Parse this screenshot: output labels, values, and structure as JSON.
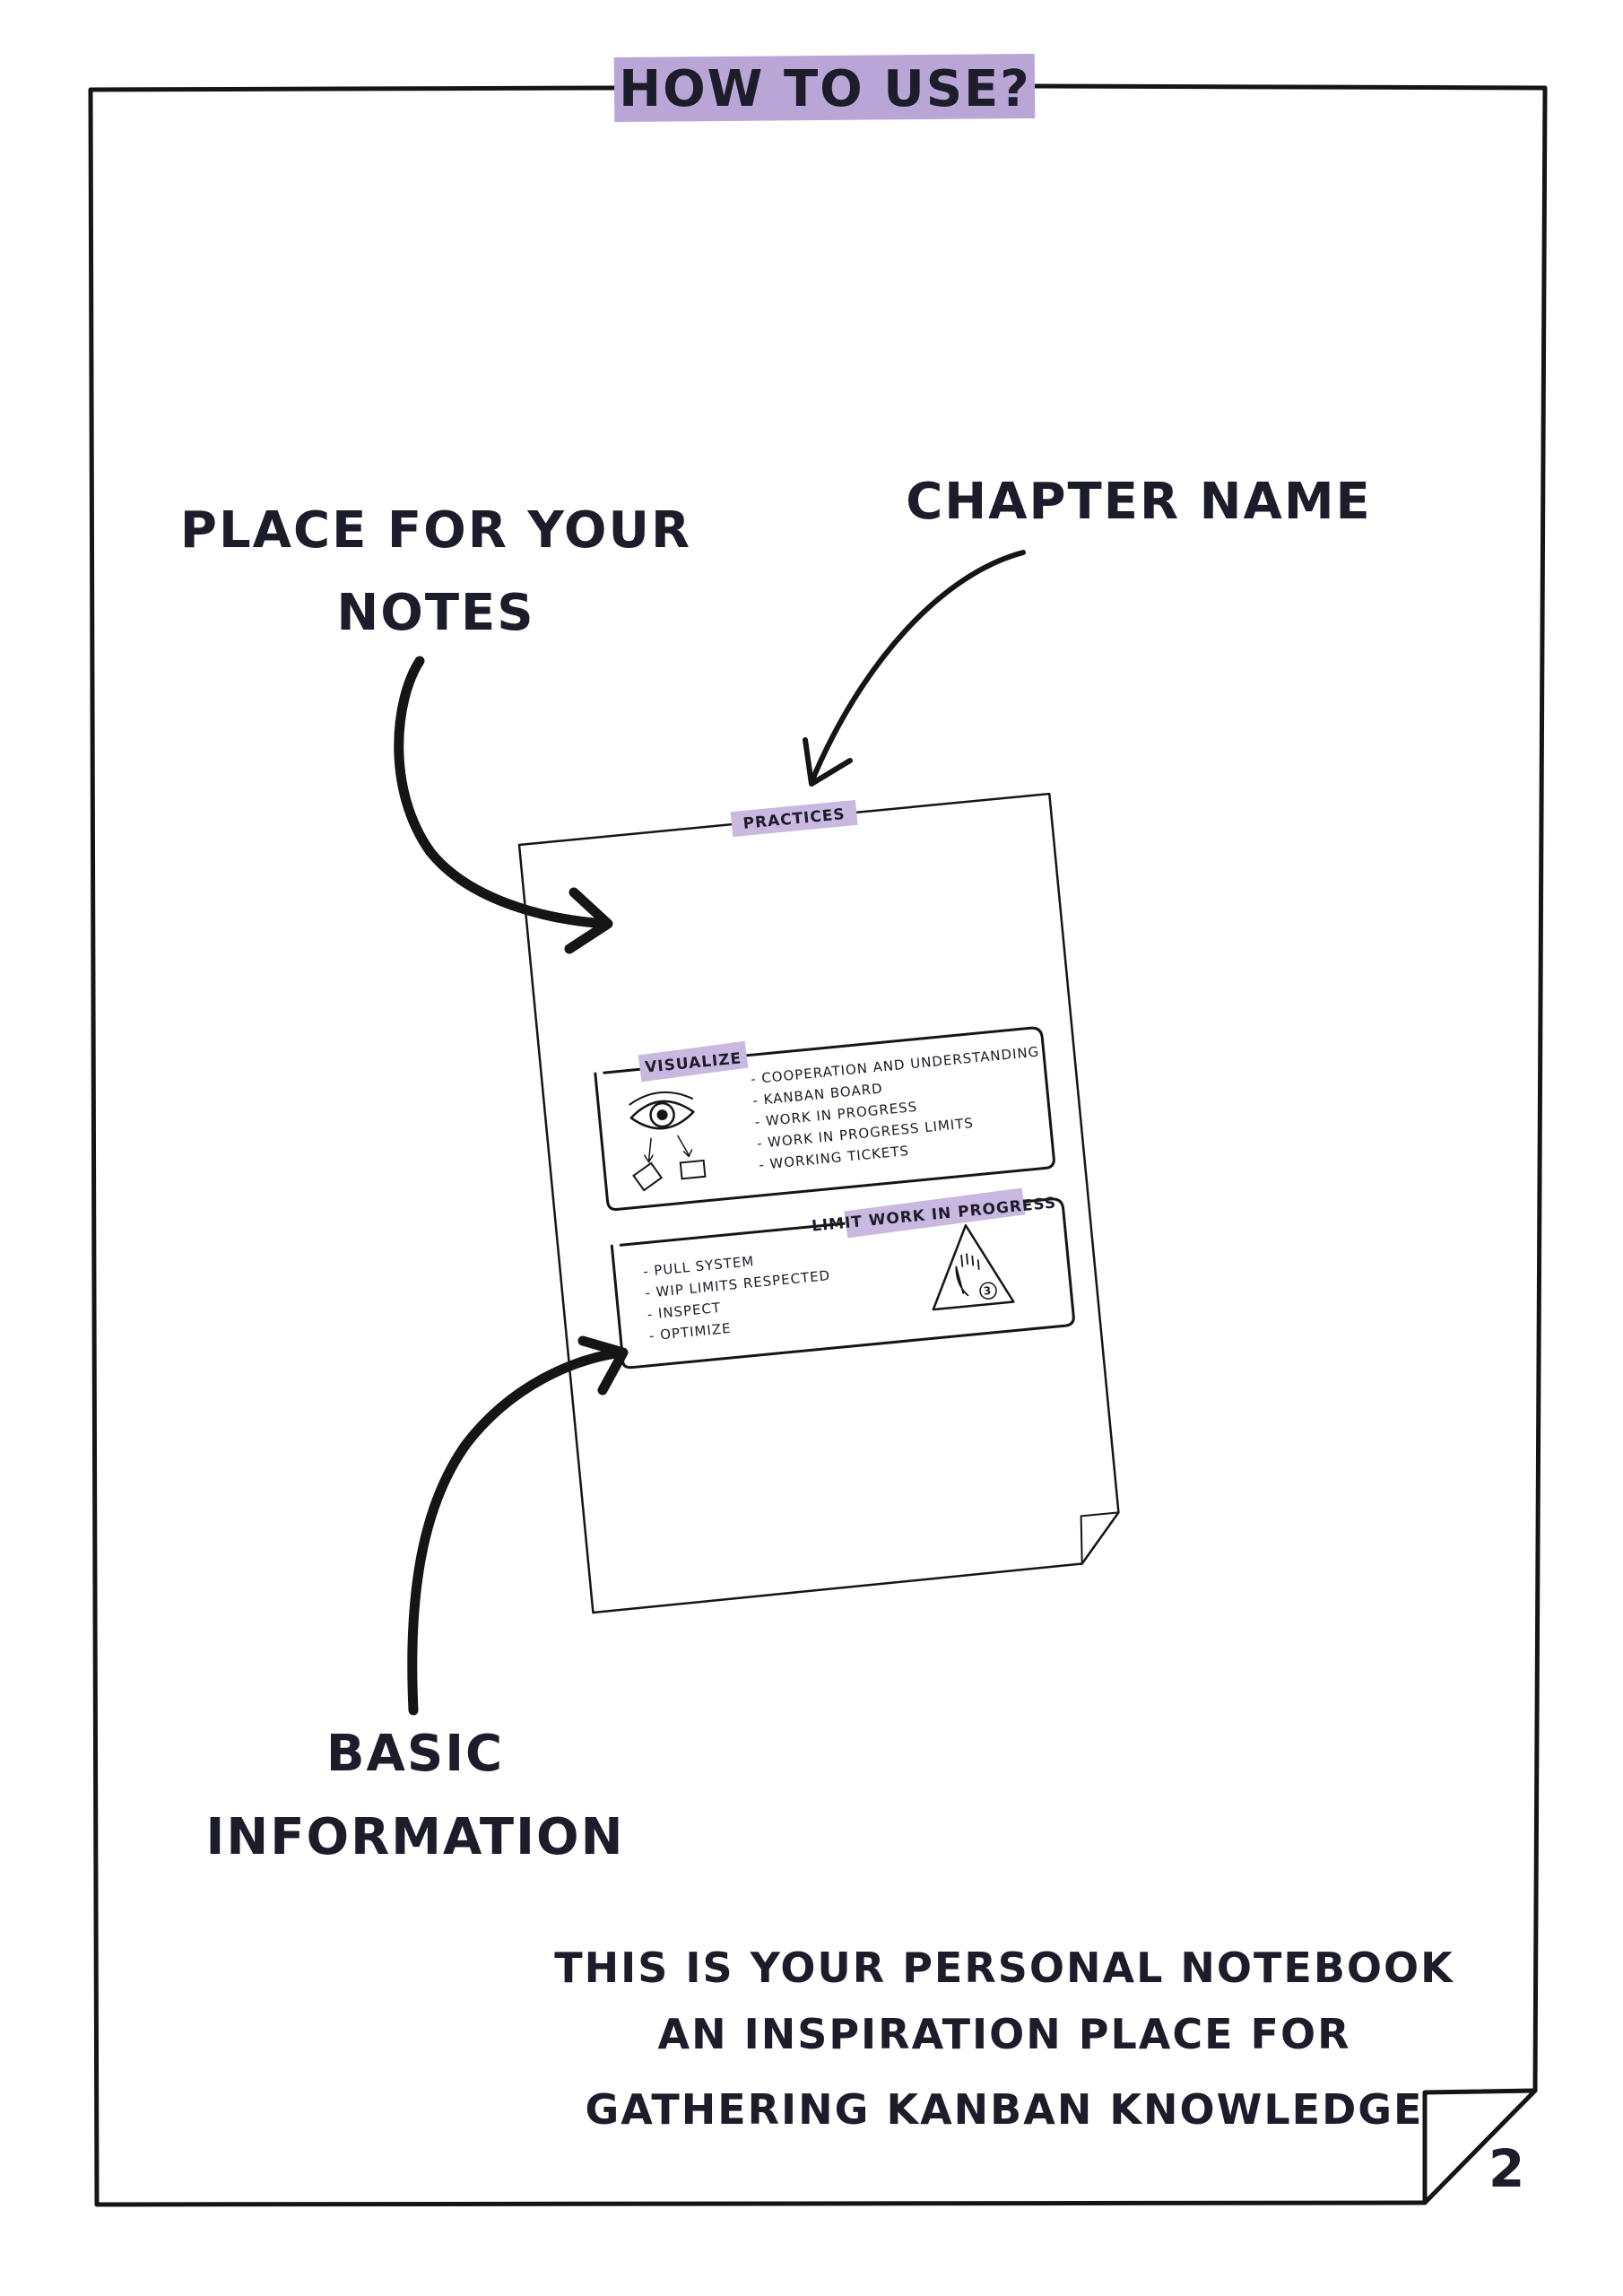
{
  "page": {
    "title": "HOW TO USE?",
    "page_number": "2",
    "accent_color": "#b9a6d6"
  },
  "callouts": {
    "notes_line1": "PLACE FOR YOUR",
    "notes_line2": "NOTES",
    "chapter": "CHAPTER NAME",
    "basic_line1": "BASIC",
    "basic_line2": "INFORMATION"
  },
  "footer": {
    "lines": [
      "THIS IS YOUR PERSONAL NOTEBOOK",
      "AN INSPIRATION PLACE FOR",
      "GATHERING KANBAN KNOWLEDGE"
    ]
  },
  "sample_page": {
    "chapter_label": "PRACTICES",
    "sections": [
      {
        "title": "VISUALIZE",
        "icon": "eye-icon",
        "items": [
          "- COOPERATION AND UNDERSTANDING",
          "- KANBAN BOARD",
          "- WORK IN PROGRESS",
          "- WORK IN PROGRESS LIMITS",
          "- WORKING TICKETS"
        ]
      },
      {
        "title": "LIMIT WORK IN PROGRESS",
        "icon": "stop-hand-triangle-icon",
        "icon_number": "3",
        "items": [
          "- PULL SYSTEM",
          "- WIP LIMITS RESPECTED",
          "- INSPECT",
          "- OPTIMIZE"
        ]
      }
    ]
  }
}
